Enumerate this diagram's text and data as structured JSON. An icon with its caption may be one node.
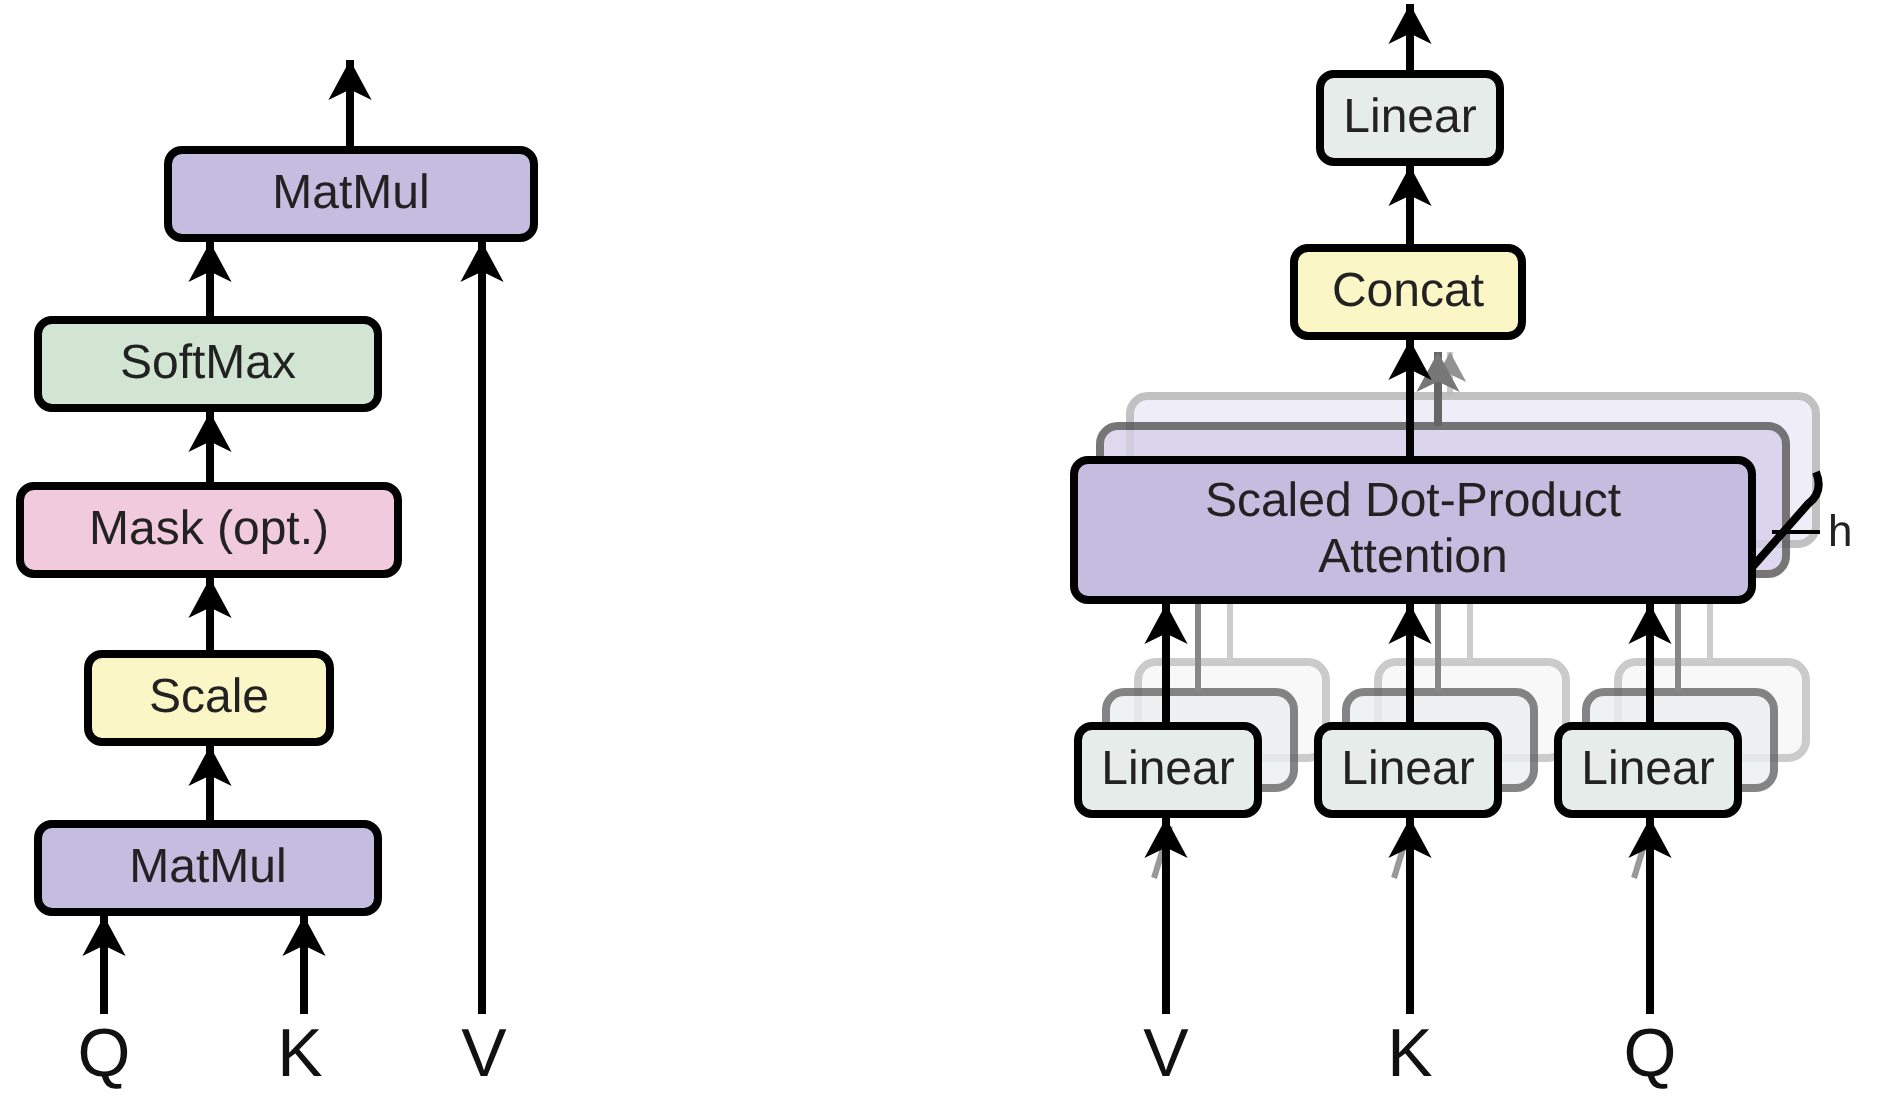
{
  "diagram": {
    "nodes": [
      {
        "text": [
          "MatMul"
        ]
      },
      {
        "text": [
          "SoftMax"
        ]
      },
      {
        "text": [
          "Mask (opt.)"
        ]
      },
      {
        "text": [
          "Scale"
        ]
      },
      {
        "text": [
          "MatMul"
        ]
      },
      {
        "text": [
          "Q"
        ]
      },
      {
        "text": [
          "K"
        ]
      },
      {
        "text": [
          "V"
        ]
      },
      {
        "text": [
          "Linear"
        ]
      },
      {
        "text": [
          "Concat"
        ]
      },
      {
        "text": [
          "Scaled Dot-Product Attention"
        ]
      },
      {
        "text": [
          "Linear"
        ]
      },
      {
        "text": [
          "Linear"
        ]
      },
      {
        "text": [
          "Linear"
        ]
      },
      {
        "text": [
          "V"
        ]
      },
      {
        "text": [
          "K"
        ]
      },
      {
        "text": [
          "Q"
        ]
      }
    ],
    "edges": [
      {
        "from": 5,
        "to": 4,
        "arrow": "to"
      },
      {
        "from": 6,
        "to": 4,
        "arrow": "to"
      },
      {
        "from": 4,
        "to": 3,
        "arrow": "to"
      },
      {
        "from": 3,
        "to": 2,
        "arrow": "to"
      },
      {
        "from": 2,
        "to": 1,
        "arrow": "to"
      },
      {
        "from": 1,
        "to": 0,
        "arrow": "to"
      },
      {
        "from": 7,
        "to": 0,
        "arrow": "to"
      },
      {
        "from": 0,
        "to": null,
        "arrow": "to"
      },
      {
        "from": 14,
        "to": 11,
        "arrow": "to"
      },
      {
        "from": 15,
        "to": 12,
        "arrow": "to"
      },
      {
        "from": 16,
        "to": 13,
        "arrow": "to"
      },
      {
        "from": 11,
        "to": 10,
        "arrow": "to"
      },
      {
        "from": 12,
        "to": 10,
        "arrow": "to"
      },
      {
        "from": 13,
        "to": 10,
        "arrow": "to"
      },
      {
        "from": 10,
        "to": 9,
        "arrow": "to"
      },
      {
        "from": 9,
        "to": 8,
        "arrow": "to"
      },
      {
        "from": 8,
        "to": null,
        "arrow": "to"
      }
    ],
    "labels": [
      "h"
    ]
  }
}
